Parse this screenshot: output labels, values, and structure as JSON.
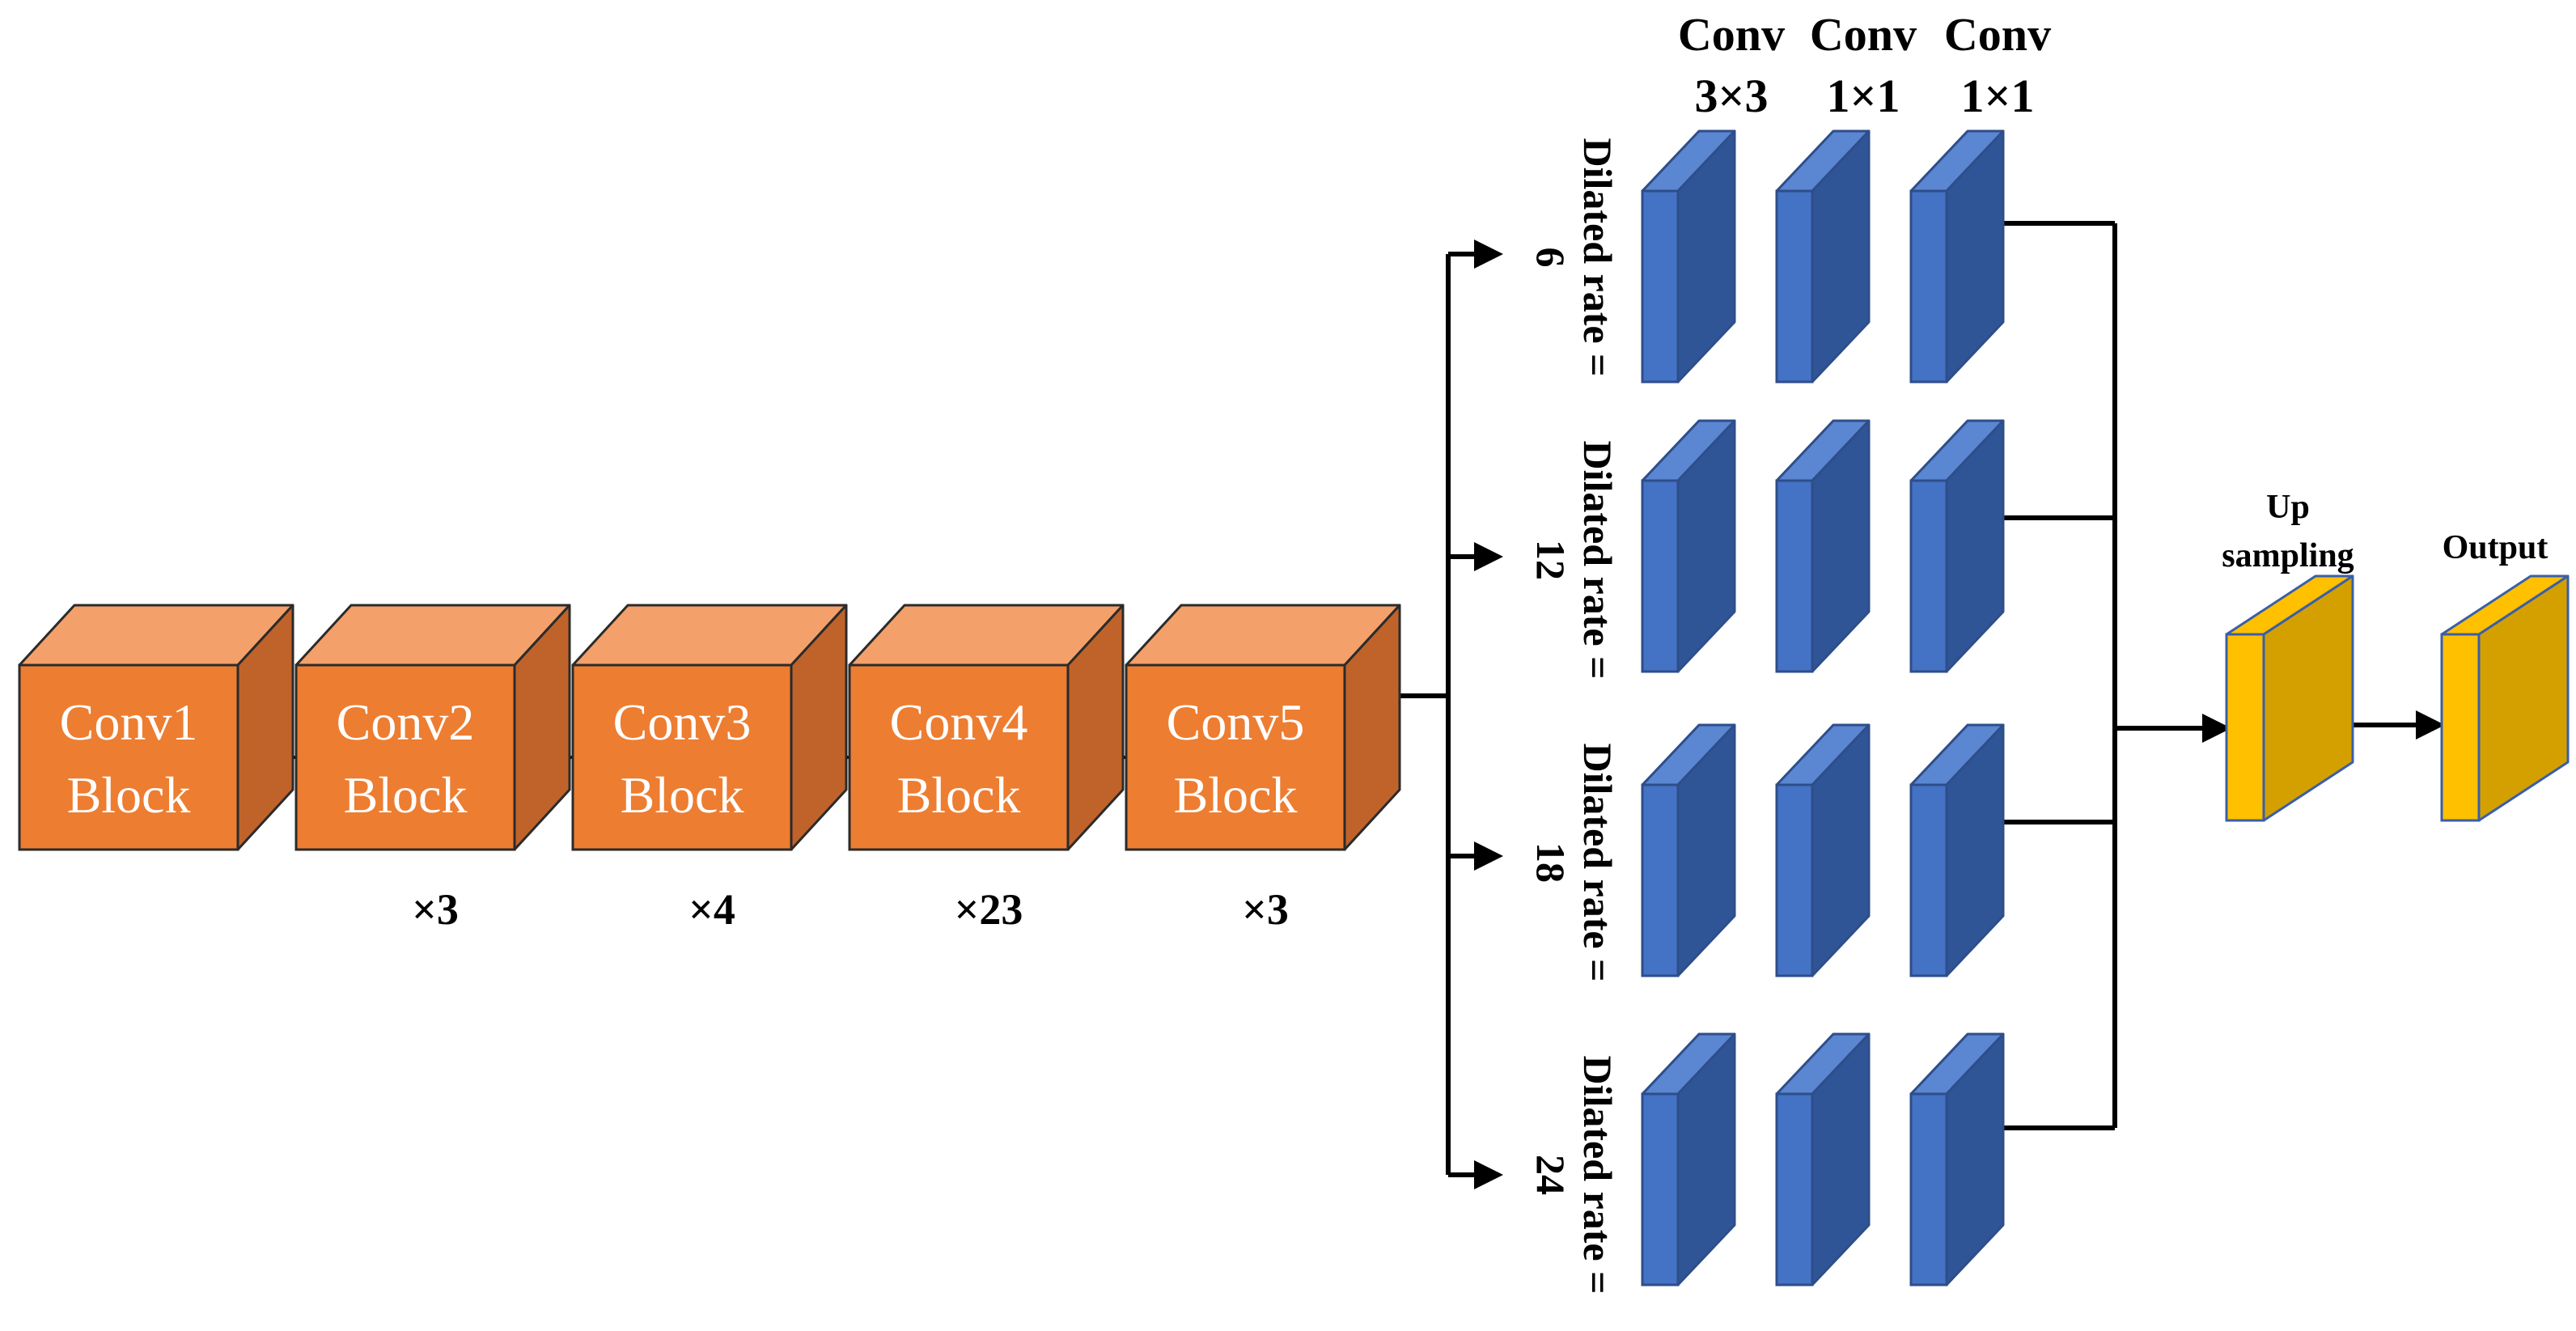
{
  "colors": {
    "orange_front": "#ED7D31",
    "orange_top": "#F4A06A",
    "orange_side": "#C0632A",
    "orange_edge": "#2B2B2B",
    "blue_front": "#4472C4",
    "blue_top": "#5B86D1",
    "blue_side": "#2F5597",
    "blue_edge": "#2E4E8A",
    "yellow_front": "#FFC000",
    "yellow_side": "#D4A000",
    "yellow_edge": "#3A5FA8",
    "wire": "#000000"
  },
  "backbone": {
    "blocks": [
      {
        "line1": "Conv1",
        "line2": "Block",
        "repeat": ""
      },
      {
        "line1": "Conv2",
        "line2": "Block",
        "repeat": "×3"
      },
      {
        "line1": "Conv3",
        "line2": "Block",
        "repeat": "×4"
      },
      {
        "line1": "Conv4",
        "line2": "Block",
        "repeat": "×23"
      },
      {
        "line1": "Conv5",
        "line2": "Block",
        "repeat": "×3"
      }
    ]
  },
  "aspp": {
    "columns": [
      {
        "line1": "Conv",
        "line2": "3×3"
      },
      {
        "line1": "Conv",
        "line2": "1×1"
      },
      {
        "line1": "Conv",
        "line2": "1×1"
      }
    ],
    "branches": [
      {
        "rate_label": "Dilated rate =",
        "rate_value": "6"
      },
      {
        "rate_label": "Dilated rate =",
        "rate_value": "12"
      },
      {
        "rate_label": "Dilated rate =",
        "rate_value": "18"
      },
      {
        "rate_label": "Dilated rate =",
        "rate_value": "24"
      }
    ]
  },
  "head": {
    "upsampling": {
      "line1": "Up",
      "line2": "sampling"
    },
    "output": {
      "label": "Output"
    }
  }
}
